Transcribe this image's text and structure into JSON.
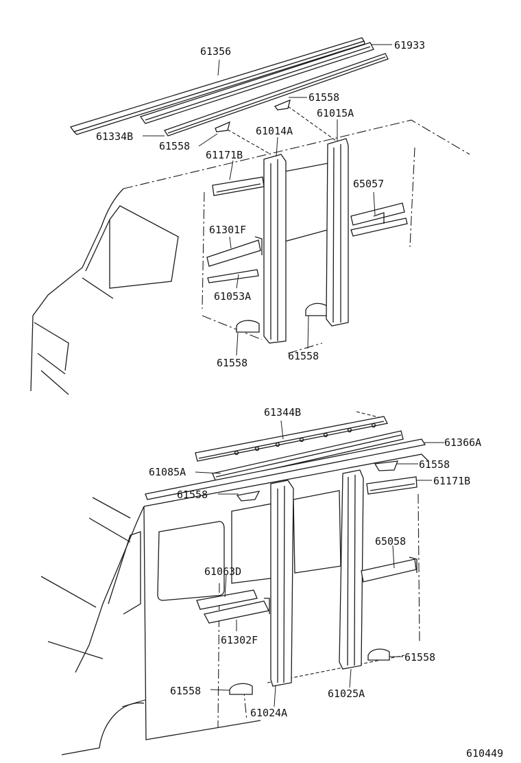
{
  "diagram_id": "610449",
  "labels": {
    "upper": {
      "p61356": "61356",
      "p61933": "61933",
      "p61334B": "61334B",
      "p61558_a": "61558",
      "p61558_b": "61558",
      "p61015A": "61015A",
      "p61014A": "61014A",
      "p61171B": "61171B",
      "p65057": "65057",
      "p61301F": "61301F",
      "p61053A": "61053A",
      "p61558_c": "61558",
      "p61558_d": "61558"
    },
    "lower": {
      "p61344B": "61344B",
      "p61366A": "61366A",
      "p61085A": "61085A",
      "p61558_e": "61558",
      "p61171B": "61171B",
      "p61558_f": "61558",
      "p65058": "65058",
      "p61063D": "61063D",
      "p61302F": "61302F",
      "p61558_g": "61558",
      "p61558_h": "61558",
      "p61024A": "61024A",
      "p61025A": "61025A"
    }
  }
}
